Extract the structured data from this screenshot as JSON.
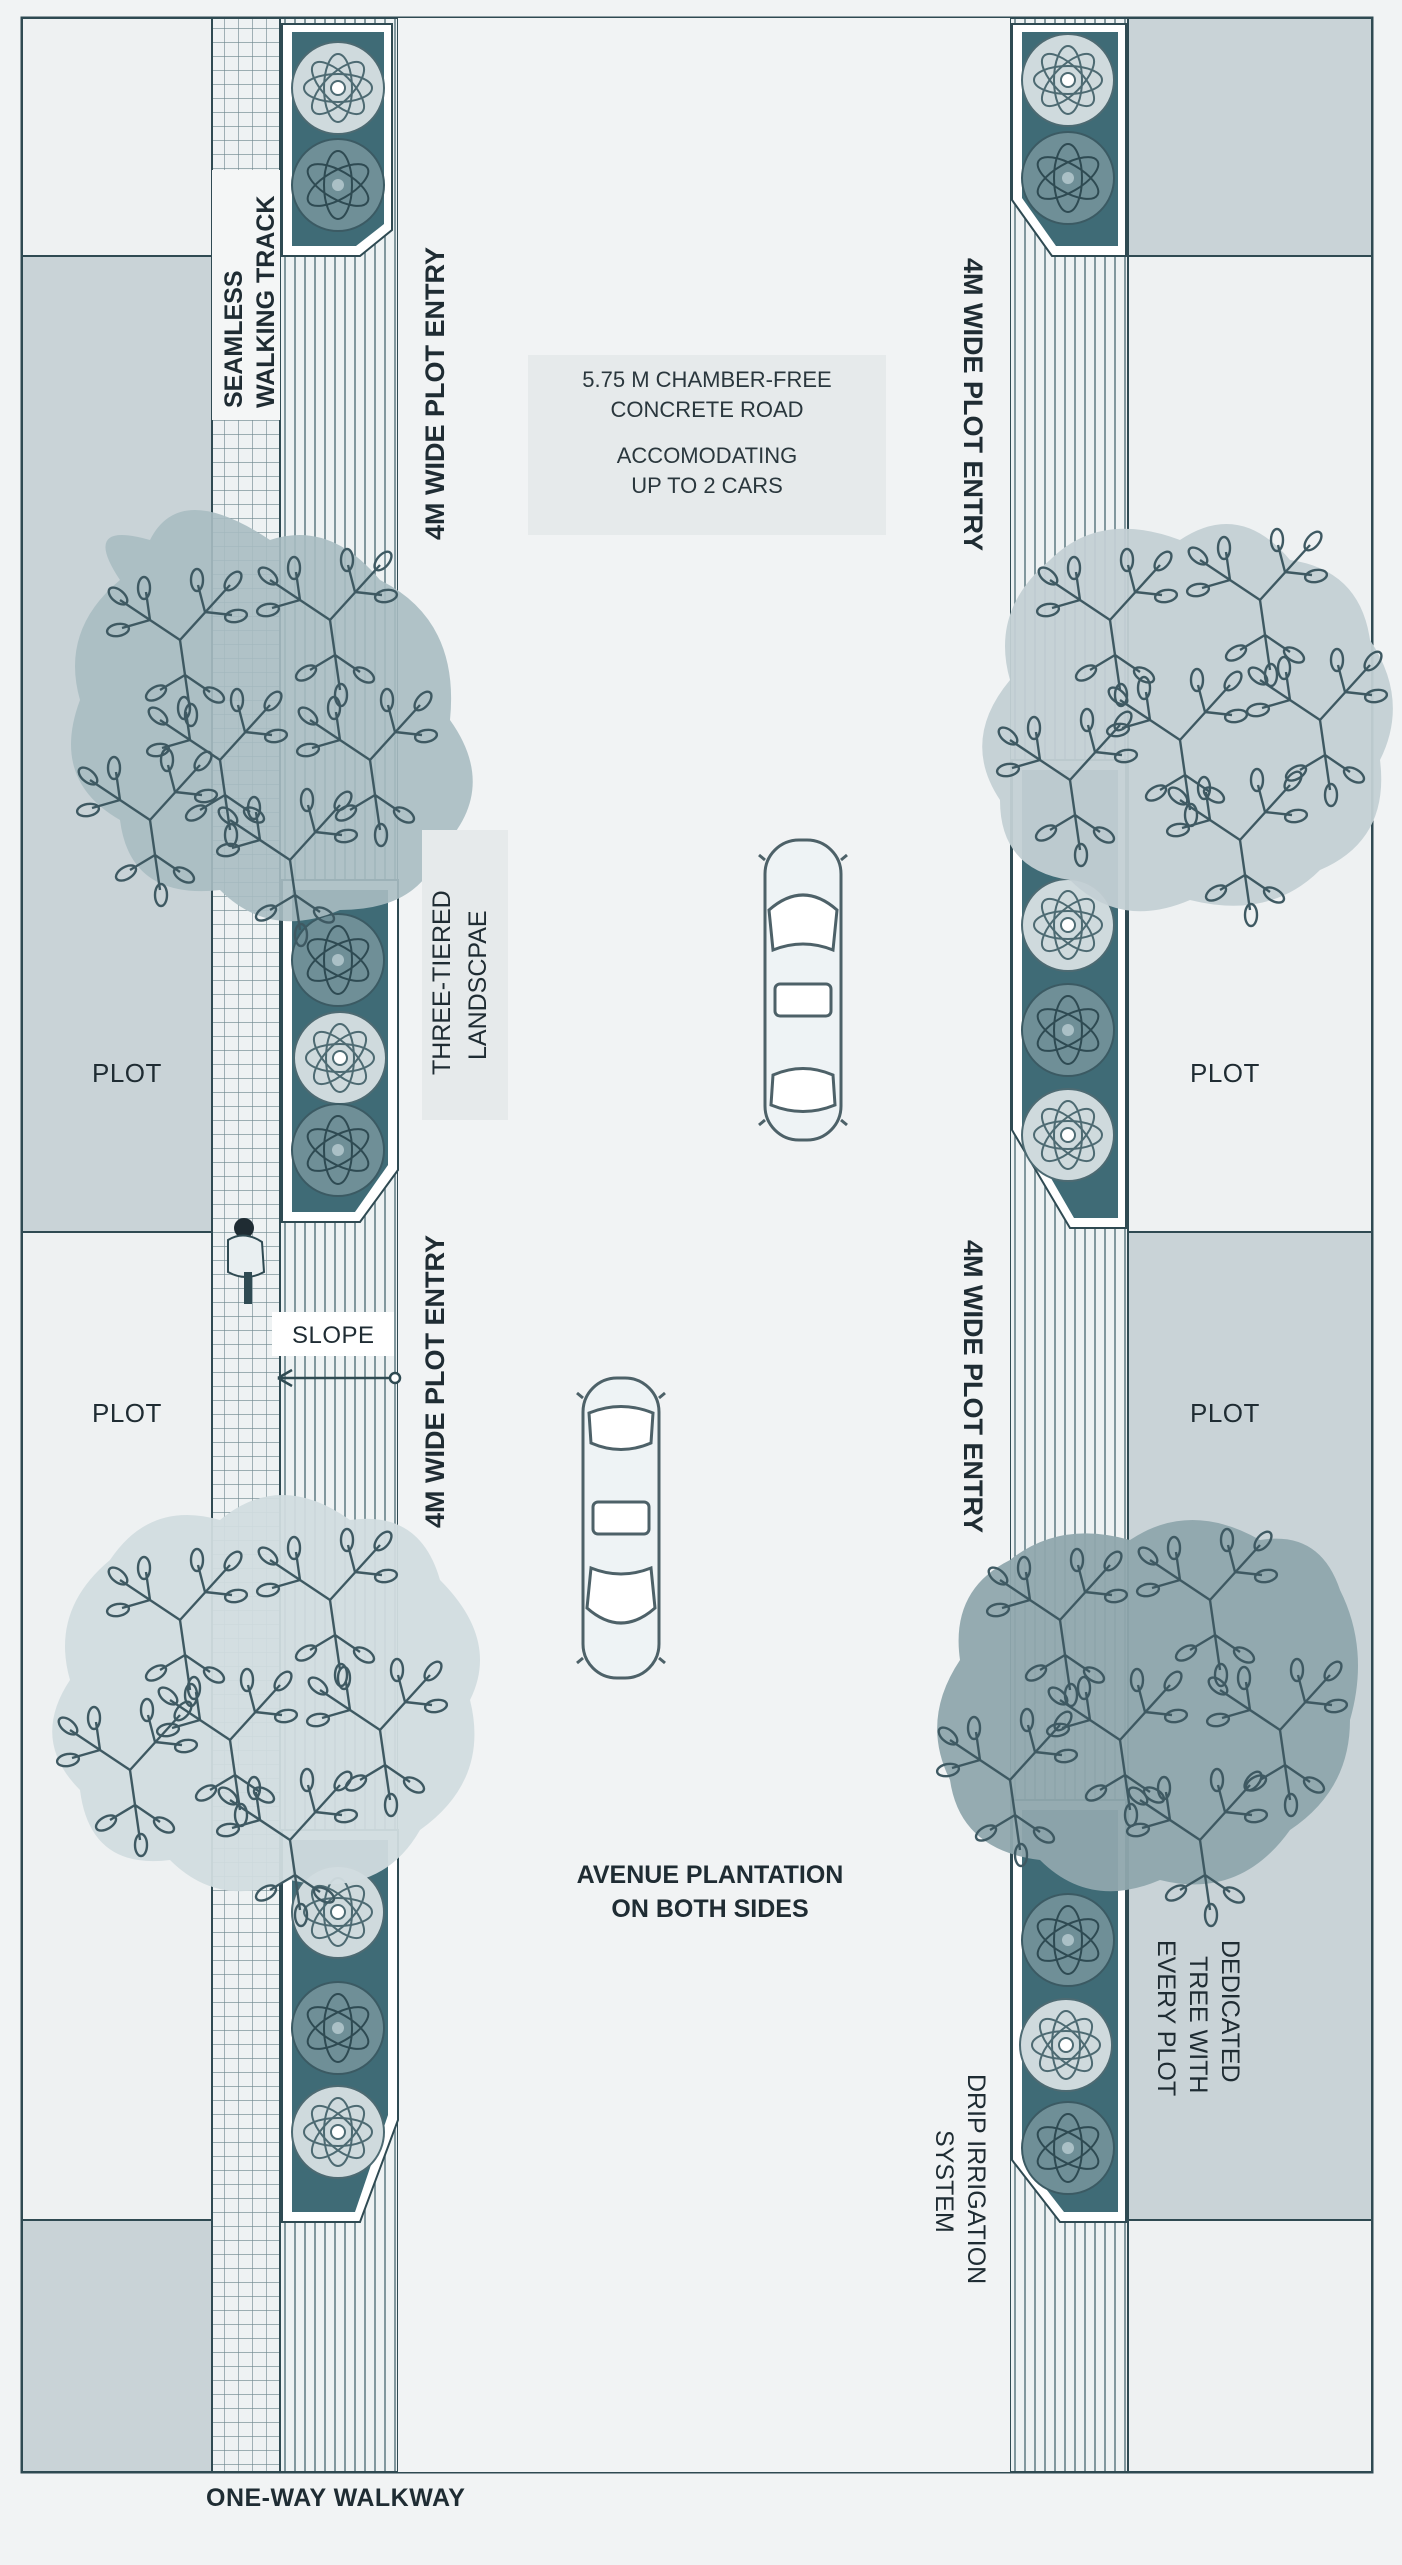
{
  "labels": {
    "road": "5.75 M CHAMBER-FREE\nCONCRETE ROAD",
    "cars": "ACCOMODATING\nUP TO 2 CARS",
    "walking_track_1": "SEAMLESS",
    "walking_track_2": "WALKING TRACK",
    "plot_entry_left_top": "4M WIDE PLOT ENTRY",
    "plot_entry_left_bottom": "4M WIDE PLOT ENTRY",
    "plot_entry_right_top": "4M WIDE PLOT ENTRY",
    "plot_entry_right_bottom": "4M WIDE PLOT ENTRY",
    "landscape_1": "THREE-TIERED",
    "landscape_2": "LANDSCPAE",
    "slope": "SLOPE",
    "plot_left_upper": "PLOT",
    "plot_left_lower": "PLOT",
    "plot_right_upper": "PLOT",
    "plot_right_lower": "PLOT",
    "avenue_1": "AVENUE PLANTATION",
    "avenue_2": "ON BOTH SIDES",
    "dedicated_1": "DEDICATED",
    "dedicated_2": "TREE WITH",
    "dedicated_3": "EVERY PLOT",
    "drip_1": "DRIP IRRIGATION",
    "drip_2": "SYSTEM",
    "walkway": "ONE-WAY WALKWAY"
  },
  "colors": {
    "background": "#f1f3f4",
    "plot_grey": "#c9d3d7",
    "plot_light": "#eef1f2",
    "planter_dark": "#3f6b76",
    "tree_canopy": "#a9bcc2",
    "tree_canopy_dark": "#8fa6ad",
    "stroke": "#3e5962",
    "car_body": "#e9eff2"
  }
}
